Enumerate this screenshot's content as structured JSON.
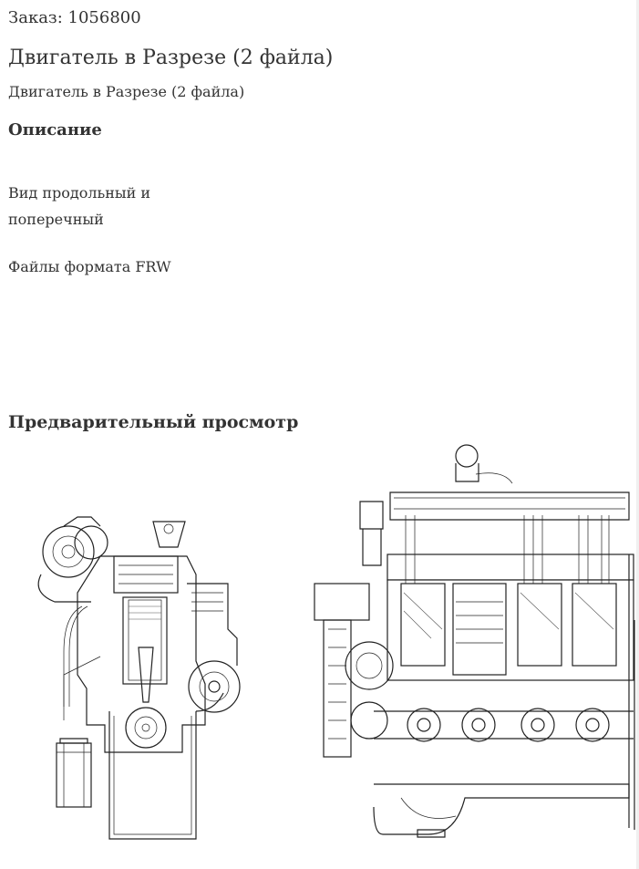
{
  "order": {
    "text": "Заказ: 1056800"
  },
  "product": {
    "title": "Двигатель в Разрезе (2 файла)",
    "subtitle": "Двигатель в Разрезе (2 файла)"
  },
  "description": {
    "heading": "Описание",
    "line1": "Вид продольный и поперечный",
    "line2": "Файлы формата FRW"
  },
  "preview": {
    "heading": "Предварительный просмотр",
    "images": [
      {
        "name": "transverse-section-drawing"
      },
      {
        "name": "longitudinal-section-drawing"
      }
    ]
  }
}
